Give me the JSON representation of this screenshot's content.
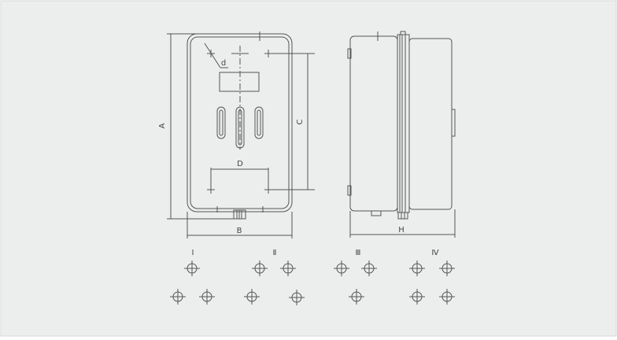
{
  "colors": {
    "background": "#ebeeed",
    "line": "#555555",
    "text": "#444444"
  },
  "front_view": {
    "dims": {
      "a": "A",
      "b": "B",
      "c": "C",
      "d_upper": "d",
      "d_lower": "D"
    }
  },
  "side_view": {
    "dims": {
      "h": "H"
    }
  },
  "patterns": [
    {
      "label": "Ⅰ"
    },
    {
      "label": "Ⅱ"
    },
    {
      "label": "Ⅲ"
    },
    {
      "label": "Ⅳ"
    }
  ],
  "icons": {
    "mounting_hole": "crosshair-circle-icon"
  }
}
